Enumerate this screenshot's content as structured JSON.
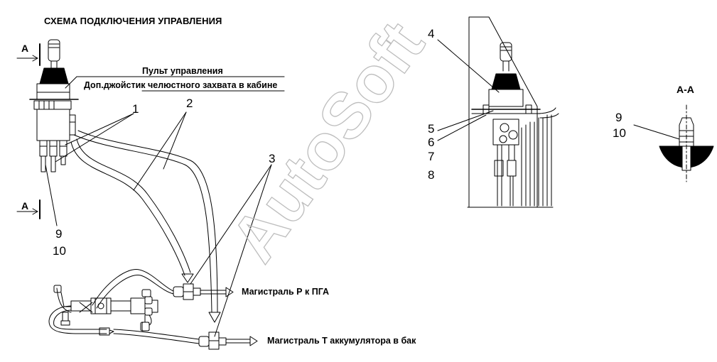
{
  "title": "СХЕМА ПОДКЛЮЧЕНИЯ УПРАВЛЕНИЯ",
  "section_marks": {
    "top": "А",
    "bottom": "А",
    "view": "А-А"
  },
  "captions": {
    "panel": "Пульт управления",
    "joystick": "Доп.джойстик челюстного захвата в кабине",
    "line_p": "Магистраль Р к ПГА",
    "line_t": "Магистраль Т аккумулятора в бак"
  },
  "callouts": {
    "n1": "1",
    "n2": "2",
    "n3": "3",
    "n4": "4",
    "n5": "5",
    "n6": "6",
    "n7": "7",
    "n8": "8",
    "left_9": "9",
    "left_10": "10",
    "right_9": "9",
    "right_10": "10"
  },
  "watermark": "AutoSoft"
}
